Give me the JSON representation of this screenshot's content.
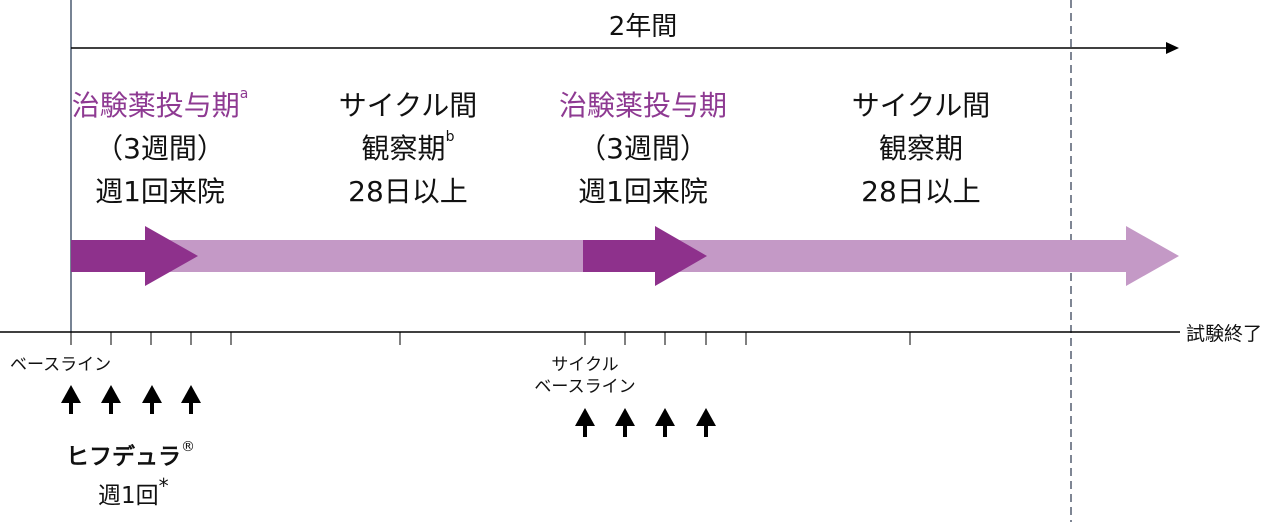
{
  "duration_label": "2年間",
  "end_label": "試験終了",
  "colors": {
    "dark": "#8e318c",
    "light": "#c499c6"
  },
  "phases": [
    {
      "line1": "治験薬投与期",
      "sup": "a",
      "line2": "（3週間）",
      "line3": "週1回来院"
    },
    {
      "line1": "サイクル間",
      "line2": "観察期",
      "sup": "b",
      "line3": "28日以上"
    },
    {
      "line1": "治験薬投与期",
      "line2": "（3週間）",
      "line3": "週1回来院"
    },
    {
      "line1": "サイクル間",
      "line2": "観察期",
      "line3": "28日以上"
    }
  ],
  "baseline_label": "ベースライン",
  "cycle_baseline_label": [
    "サイクル",
    "ベースライン"
  ],
  "drug": {
    "name": "ヒフデュラ",
    "reg": "®",
    "dose": "週1回",
    "mark": "*"
  }
}
